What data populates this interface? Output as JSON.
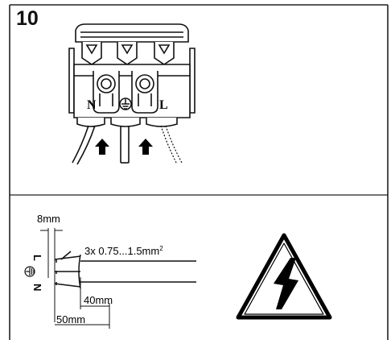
{
  "step_number": "10",
  "connector": {
    "terminal_left": "N",
    "terminal_right": "L",
    "ground_symbol": "earth-ground-icon",
    "insert_direction_icon": "arrow-up-icon"
  },
  "strip_diagram": {
    "strip_length": "8mm",
    "wire_spec_prefix": "3x 0.75...1.5mm",
    "wire_spec_superscript": "2",
    "wire_label_l": "L",
    "wire_label_n": "N",
    "ground_symbol": "earth-ground-icon",
    "inner_length": "40mm",
    "outer_length": "50mm"
  },
  "warning": {
    "icon": "high-voltage-warning-icon"
  }
}
